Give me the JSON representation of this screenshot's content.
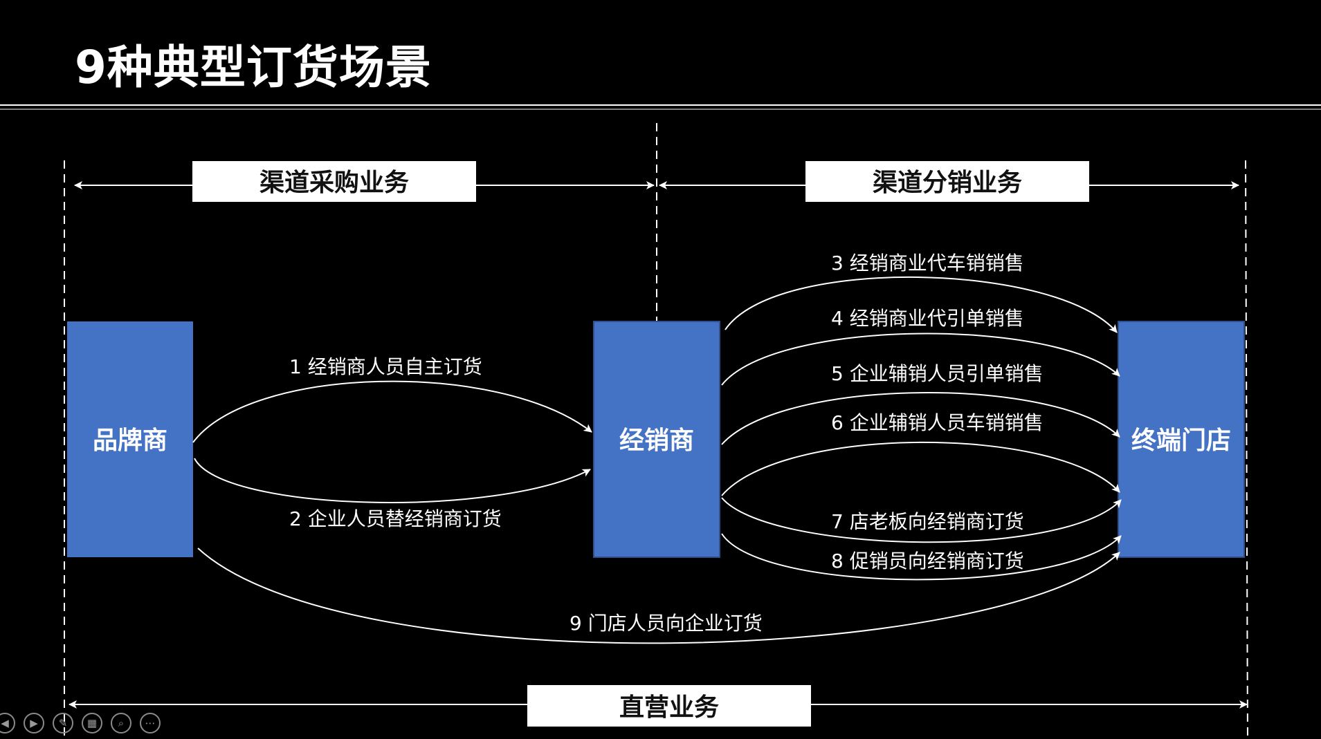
{
  "title": "9种典型订货场景",
  "sections": {
    "purchase": "渠道采购业务",
    "distribution": "渠道分销业务",
    "direct": "直营业务"
  },
  "nodes": {
    "brand": "品牌商",
    "dealer": "经销商",
    "store": "终端门店"
  },
  "flows": [
    "1 经销商人员自主订货",
    "2 企业人员替经销商订货",
    "3 经销商业代车销销售",
    "4 经销商业代引单销售",
    "5 企业辅销人员引单销售",
    "6 企业辅销人员车销销售",
    "7 店老板向经销商订货",
    "8 促销员向经销商订货",
    "9 门店人员向企业订货"
  ],
  "colors": {
    "background": "#000000",
    "node_fill": "#4472c4",
    "line": "#ffffff",
    "header_box": "#ffffff"
  },
  "toolbar": {
    "icons": [
      "prev-icon",
      "next-icon",
      "pen-icon",
      "slides-icon",
      "zoom-icon",
      "more-icon"
    ]
  }
}
